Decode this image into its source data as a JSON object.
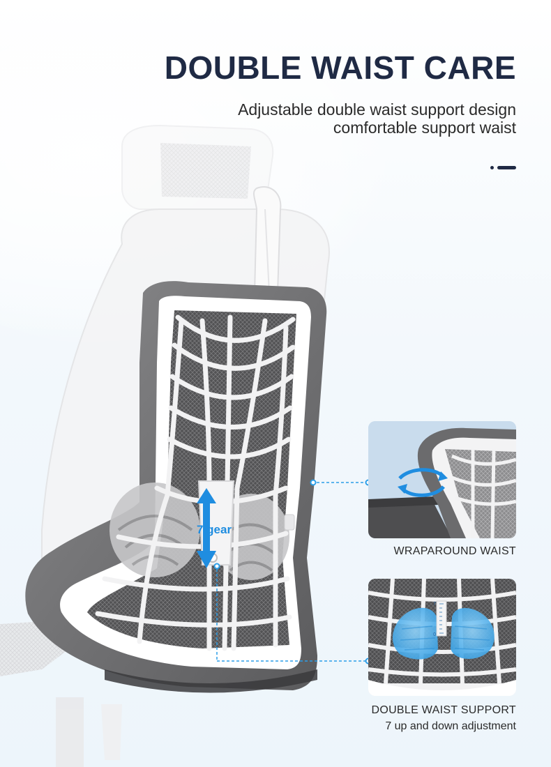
{
  "headline": "DOUBLE WAIST CARE",
  "subtitle_lines": [
    "Adjustable double waist support design",
    "comfortable support waist"
  ],
  "chair": {
    "gear_label": "7 gear"
  },
  "features": [
    {
      "title": "WRAPAROUND WAIST",
      "note": ""
    },
    {
      "title": "DOUBLE WAIST SUPPORT",
      "note": "7 up and down adjustment",
      "scale_top": "7",
      "scale_bottom": "0"
    }
  ],
  "colors": {
    "headline": "#1f2a44",
    "accent_blue": "#1f8de0",
    "frame_gray": "#6b6b6b",
    "panel_bg": "#c9dced"
  }
}
